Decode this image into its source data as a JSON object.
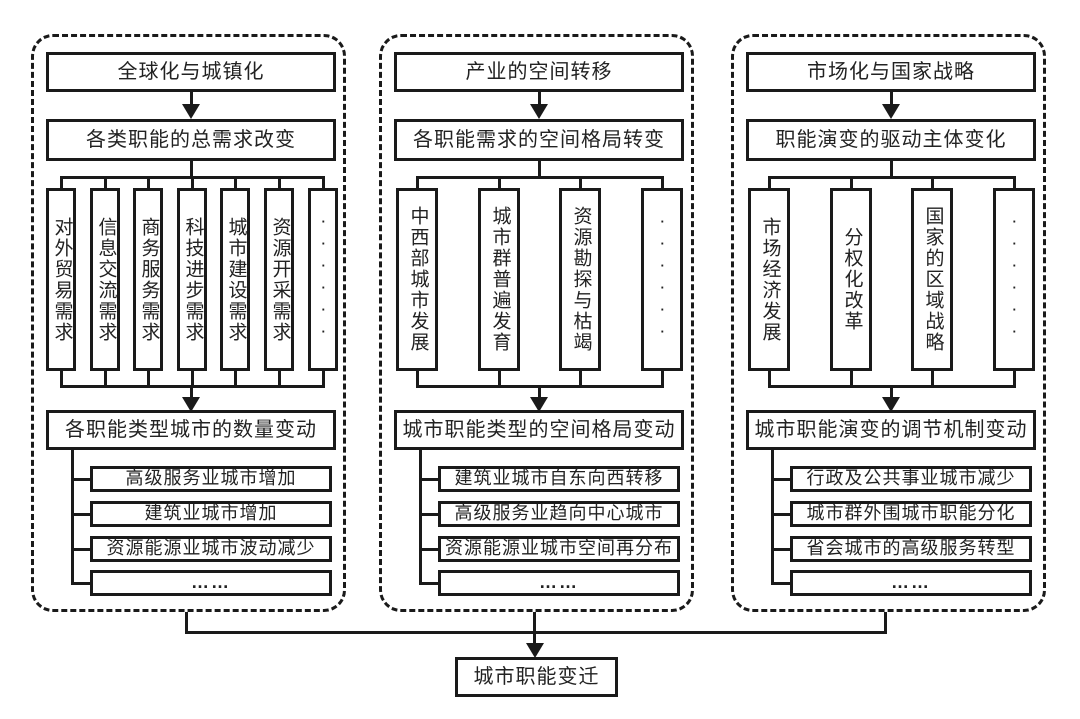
{
  "diagram": {
    "final_label": "城市职能变迁",
    "colors": {
      "line": "#1a1a1a",
      "background": "#ffffff"
    },
    "panels": [
      {
        "title": "全球化与城镇化",
        "subtitle": "各类职能的总需求改变",
        "factors": [
          "对外贸易需求",
          "信息交流需求",
          "商务服务需求",
          "科技进步需求",
          "城市建设需求",
          "资源开采需求",
          "······"
        ],
        "result": "各职能类型城市的数量变动",
        "outcomes": [
          "高级服务业城市增加",
          "建筑业城市增加",
          "资源能源业城市波动减少",
          "……"
        ]
      },
      {
        "title": "产业的空间转移",
        "subtitle": "各职能需求的空间格局转变",
        "factors": [
          "中西部城市发展",
          "城市群普遍发育",
          "资源勘探与枯竭",
          "······"
        ],
        "result": "城市职能类型的空间格局变动",
        "outcomes": [
          "建筑业城市自东向西转移",
          "高级服务业趋向中心城市",
          "资源能源业城市空间再分布",
          "……"
        ]
      },
      {
        "title": "市场化与国家战略",
        "subtitle": "职能演变的驱动主体变化",
        "factors": [
          "市场经济发展",
          "分权化改革",
          "国家的区域战略",
          "······"
        ],
        "result": "城市职能演变的调节机制变动",
        "outcomes": [
          "行政及公共事业城市减少",
          "城市群外围城市职能分化",
          "省会城市的高级服务转型",
          "……"
        ]
      }
    ]
  }
}
